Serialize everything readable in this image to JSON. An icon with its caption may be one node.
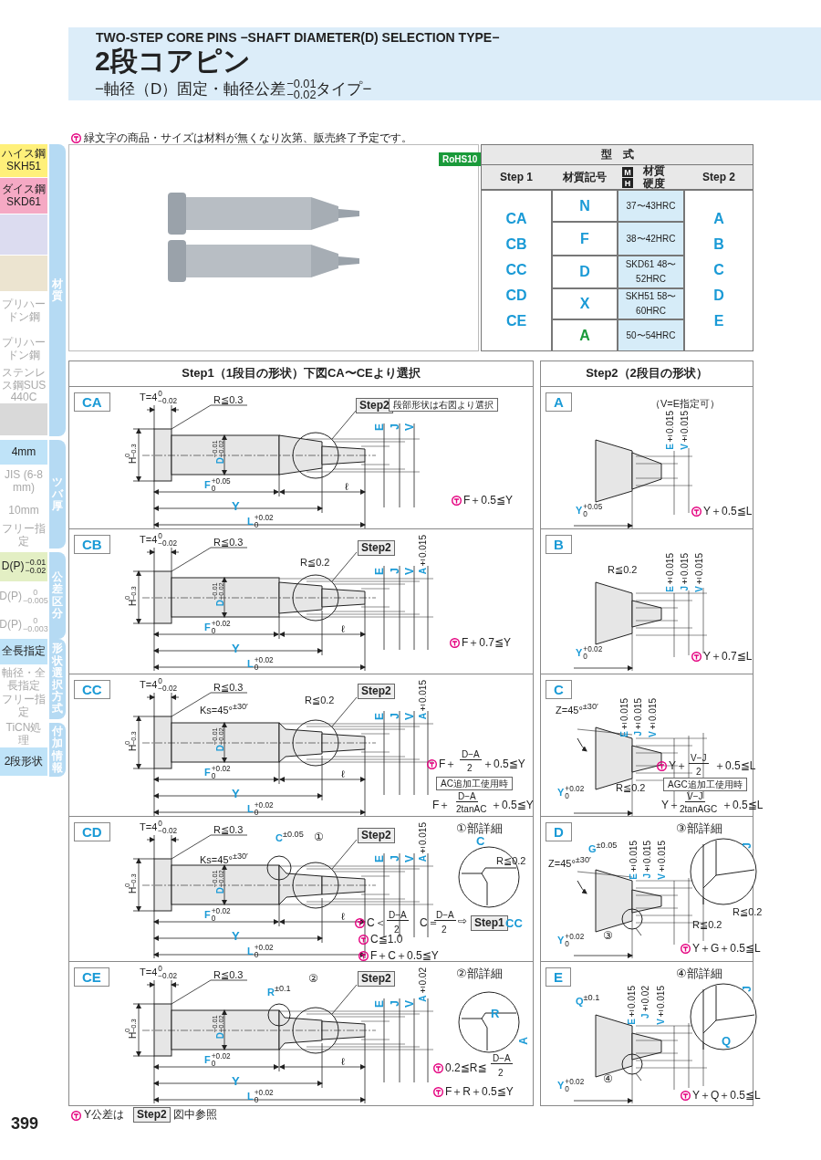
{
  "diagram": {
    "title": "2段コアピン",
    "nodes": [
      {
        "text": [
          "ハイス鋼SKH51"
        ]
      },
      {
        "text": [
          "ダイス鋼SKD61"
        ]
      },
      {
        "text": [],
        "shape": "box"
      },
      {
        "text": [],
        "shape": "box"
      },
      {
        "text": [
          "プリハードン鋼"
        ]
      },
      {
        "text": [
          "プリハードン鋼"
        ]
      },
      {
        "text": [
          "ステンレス鋼SUS440C"
        ]
      },
      {
        "text": [],
        "shape": "box"
      },
      {
        "text": [
          "材質"
        ]
      },
      {
        "text": [
          "4mm"
        ]
      },
      {
        "text": [
          "JIS (6-8mm)"
        ]
      },
      {
        "text": [
          "10mm"
        ]
      },
      {
        "text": [
          "フリー指定"
        ]
      },
      {
        "text": [
          "ツバ厚"
        ]
      },
      {
        "text": [
          "D(P)$^{−0.01}$$_{−0.02}$"
        ]
      },
      {
        "text": [
          "D(P)$^{0}$$_{−0.005}$"
        ]
      },
      {
        "text": [
          "D(P)$^{0}$$_{−0.003}$"
        ]
      },
      {
        "text": [
          "公差区分"
        ]
      },
      {
        "text": [
          "全長指定"
        ]
      },
      {
        "text": [
          "軸径・全長指定"
        ]
      },
      {
        "text": [
          "フリー指定"
        ]
      },
      {
        "text": [
          "形状選択方式"
        ]
      },
      {
        "text": [
          "TiCN処理"
        ]
      },
      {
        "text": [
          "2段形状"
        ]
      },
      {
        "text": [
          "付加情報"
        ]
      },
      {
        "text": [
          "RoHS10"
        ]
      },
      {
        "text": [
          "Step1（1段目の形状）下図CA〜CEより選択"
        ]
      },
      {
        "text": [
          "CA",
          "T=4$^{0}$$_{−0.02}$",
          "R≦0.3",
          "Step2",
          "段部形状は右図より選択",
          "E",
          "J",
          "V",
          "H$^{0}$$_{−0.3}$",
          "**D**$^{−0.01}$$_{−0.02}$",
          "**F**$^{+0.05}$$_{0}$",
          "ℓ",
          "Y",
          "**L**$^{+0.02}$$_{0}$",
          "F＋0.5≦Y"
        ],
        "in": 26
      },
      {
        "text": [
          "CB",
          "T=4$^{0}$$_{−0.02}$",
          "R≦0.3",
          "R≦0.2",
          "Step2",
          "E",
          "J",
          "V",
          "**A**±0.015",
          "H$^{0}$$_{−0.3}$",
          "**D**$^{−0.01}$$_{−0.02}$",
          "**F**$^{+0.02}$$_{0}$",
          "ℓ",
          "Y",
          "**L**$^{+0.02}$$_{0}$",
          "F＋0.7≦Y"
        ],
        "in": 26
      },
      {
        "text": [
          "CC",
          "T=4$^{0}$$_{−0.02}$",
          "R≦0.3",
          "Ks=45°$^{±30′}$",
          "R≦0.2",
          "Step2",
          "E",
          "J",
          "V",
          "**A**±0.015",
          "H$^{0}$$_{−0.3}$",
          "**D**$^{−0.01}$$_{−0.02}$",
          "**F**$^{+0.02}$$_{0}$",
          "ℓ",
          "Y",
          "**L**$^{+0.02}$$_{0}$",
          "F＋",
          "D−A",
          "2",
          "＋0.5≦Y",
          "AC追加工使用時",
          "F＋",
          "D−A",
          "2tanAC",
          "＋0.5≦Y"
        ],
        "in": 26
      },
      {
        "text": [
          "CD",
          "T=4$^{0}$$_{−0.02}$",
          "R≦0.3",
          "Ks=45°$^{±30′}$",
          "**C**$^{±0.05}$",
          "①",
          "Step2",
          "E",
          "J",
          "V",
          "**A**±0.015",
          "①部詳細",
          "C",
          "R≦0.2",
          "H$^{0}$$_{−0.3}$",
          "**D**$^{−0.01}$$_{−0.02}$",
          "**F**$^{+0.02}$$_{0}$",
          "ℓ",
          "Y",
          "**L**$^{+0.02}$$_{0}$",
          "C＜",
          "D−A",
          "2",
          "C＝",
          "D−A",
          "2",
          "⇨",
          "Step1",
          "CC",
          "C≦1.0",
          "F＋C＋0.5≦Y"
        ],
        "in": 26
      },
      {
        "text": [
          "CE",
          "T=4$^{0}$$_{−0.02}$",
          "R≦0.3",
          "**R**$^{±0.1}$",
          "②",
          "Step2",
          "E",
          "J",
          "V",
          "**A**±0.02",
          "②部詳細",
          "R",
          "A",
          "H$^{0}$$_{−0.3}$",
          "**D**$^{−0.01}$$_{−0.02}$",
          "**F**$^{+0.02}$$_{0}$",
          "ℓ",
          "Y",
          "**L**$^{+0.02}$$_{0}$",
          "0.2≦R≦",
          "D−A",
          "2",
          "F＋R＋0.5≦Y"
        ],
        "in": 26
      },
      {
        "text": [
          "Step2（2段目の形状）"
        ]
      },
      {
        "text": [
          "A",
          "（V=E指定可）",
          "**E**±0.015",
          "**V**±0.015",
          "**Y**$^{+0.05}$$_{0}$",
          "Y＋0.5≦L"
        ],
        "in": 32
      },
      {
        "text": [
          "B",
          "R≦0.2",
          "**E**±0.015",
          "**J**±0.015",
          "**V**±0.015",
          "**Y**$^{+0.02}$$_{0}$",
          "Y＋0.7≦L"
        ],
        "in": 32
      },
      {
        "text": [
          "C",
          "Z=45°$^{±30′}$",
          "**E**±0.015",
          "**J**±0.015",
          "**V**±0.015",
          "Y＋",
          "V−J",
          "2",
          "＋0.5≦L",
          "AGC追加工使用時",
          "Y＋",
          "V−J",
          "2tanAGC",
          "＋0.5≦L",
          "**Y**$^{+0.02}$$_{0}$",
          "R≦0.2"
        ],
        "in": 32
      },
      {
        "text": [
          "D",
          "③部詳細",
          "**G**$^{±0.05}$",
          "Z=45°$^{±30′}$",
          "**E**±0.015",
          "**J**±0.015",
          "**V**±0.015",
          "J",
          "R≦0.2",
          "R≦0.2",
          "③",
          "**Y**$^{+0.02}$$_{0}$",
          "Y＋G＋0.5≦L"
        ],
        "in": 32
      },
      {
        "text": [
          "E",
          "④部詳細",
          "**Q**$^{±0.1}$",
          "**E**±0.015",
          "**J**±0.02",
          "**V**±0.015",
          "J",
          "Q",
          "④",
          "**Y**$^{+0.02}$$_{0}$",
          "Y＋Q＋0.5≦L"
        ],
        "in": 32
      }
    ],
    "labels": [
      "TWO-STEP CORE PINS −SHAFT DIAMETER(D) SELECTION TYPE−",
      "−軸径（D）固定・軸径公差$^{−0.01}$$_{−0.02}$タイプ−",
      "緑文字の商品・サイズは材料が無くなり次第、販売終了予定です。",
      "型　式",
      "Step 1",
      "材質記号",
      "M",
      "材質",
      "H",
      "硬度",
      "Step 2",
      "CA",
      "CB",
      "CC",
      "CD",
      "CE",
      "N",
      "37〜43HRC",
      "F",
      "38〜42HRC",
      "D",
      "SKD61 48〜52HRC",
      "X",
      "SKH51 58〜60HRC",
      "A",
      "50〜54HRC",
      "A",
      "B",
      "C",
      "D",
      "E",
      "399",
      "Y公差は",
      "Step2",
      "図中参照"
    ]
  }
}
